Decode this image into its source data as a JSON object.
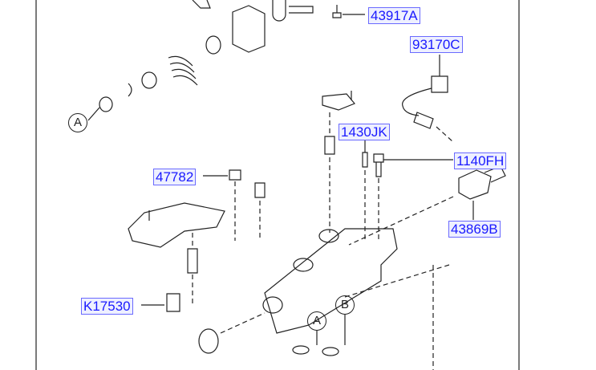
{
  "part_labels": [
    "43917A",
    "93170C",
    "1430JK",
    "1140FH",
    "47782",
    "43869B",
    "K17530"
  ],
  "ref_markers": {
    "left_a": "A",
    "bottom_a": "A",
    "bottom_b": "B"
  },
  "colors": {
    "label_text": "#1a1aff",
    "label_border": "#6a6aff",
    "line": "#222222"
  }
}
